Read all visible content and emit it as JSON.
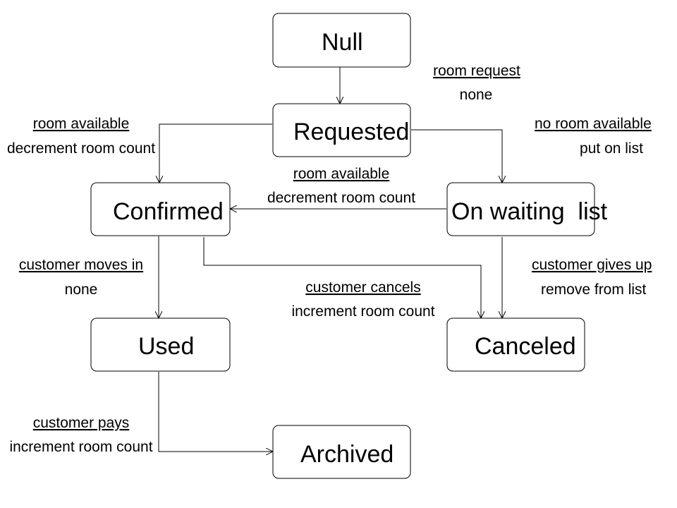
{
  "states": {
    "null": "Null",
    "requested": "Requested",
    "confirmed": "Confirmed",
    "waiting": "On waiting  list",
    "used": "Used",
    "canceled": "Canceled",
    "archived": "Archived"
  },
  "transitions": {
    "null_requested": {
      "event": "room request",
      "action": "none"
    },
    "requested_confirmed": {
      "event": "room available",
      "action": "decrement room count"
    },
    "requested_waiting": {
      "event": "no room available",
      "action": "put on list"
    },
    "waiting_confirmed": {
      "event": "room available",
      "action": "decrement room count"
    },
    "confirmed_used": {
      "event": "customer moves in",
      "action": "none"
    },
    "confirmed_canceled": {
      "event": "customer cancels",
      "action": "increment room count"
    },
    "waiting_canceled": {
      "event": "customer gives up",
      "action": "remove from list"
    },
    "used_archived": {
      "event": "customer pays",
      "action": "increment room count"
    }
  },
  "colors": {
    "line": "#000000",
    "background": "#ffffff"
  }
}
